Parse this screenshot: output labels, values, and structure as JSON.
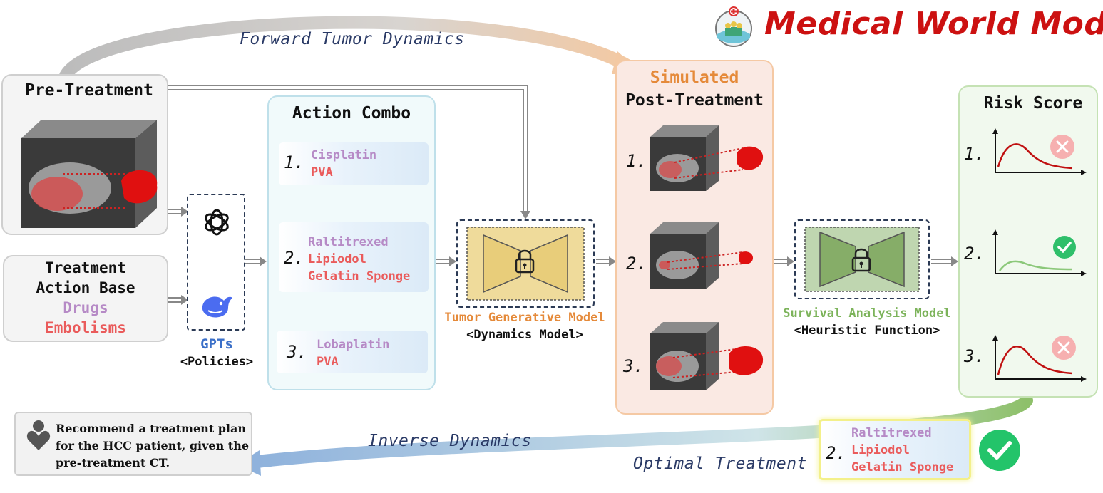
{
  "title": "Medical World Model",
  "forward_label": "Forward Tumor Dynamics",
  "inverse_label": "Inverse Dynamics",
  "optimal_label": "Optimal Treatment",
  "pre_treatment": {
    "title": "Pre-Treatment"
  },
  "action_base": {
    "line1": "Treatment",
    "line2": "Action Base",
    "drugs": "Drugs",
    "embolisms": "Embolisms"
  },
  "policies": {
    "name": "GPTs",
    "sub": "<Policies>"
  },
  "action_combo": {
    "title": "Action Combo",
    "items": [
      {
        "num": "1.",
        "drug": "Cisplatin",
        "emb1": "PVA",
        "emb2": ""
      },
      {
        "num": "2.",
        "drug": "Raltitrexed",
        "emb1": "Lipiodol",
        "emb2": "Gelatin Sponge"
      },
      {
        "num": "3.",
        "drug": "Lobaplatin",
        "emb1": "PVA",
        "emb2": ""
      }
    ]
  },
  "tumor_model": {
    "name": "Tumor Generative Model",
    "sub": "<Dynamics Model>"
  },
  "post_treatment": {
    "title1": "Simulated",
    "title2": "Post-Treatment",
    "nums": [
      "1.",
      "2.",
      "3."
    ]
  },
  "survival_model": {
    "name": "Survival Analysis Model",
    "sub": "<Heuristic Function>"
  },
  "risk_score": {
    "title": "Risk Score",
    "items": [
      {
        "num": "1.",
        "status": "reject"
      },
      {
        "num": "2.",
        "status": "accept"
      },
      {
        "num": "3.",
        "status": "reject"
      }
    ]
  },
  "optimal": {
    "num": "2.",
    "drug": "Raltitrexed",
    "emb1": "Lipiodol",
    "emb2": "Gelatin Sponge"
  },
  "prompt": {
    "line1": "Recommend a treatment plan",
    "line2": "for the HCC patient, given the",
    "line3": "pre-treatment CT."
  },
  "colors": {
    "title_red": "#cc1111",
    "drug_purple": "#b68ac6",
    "embolism_red": "#ea5b5b",
    "tumor_orange": "#e58a3a",
    "survival_green": "#7cb35a",
    "label_navy": "#2a3a66"
  }
}
